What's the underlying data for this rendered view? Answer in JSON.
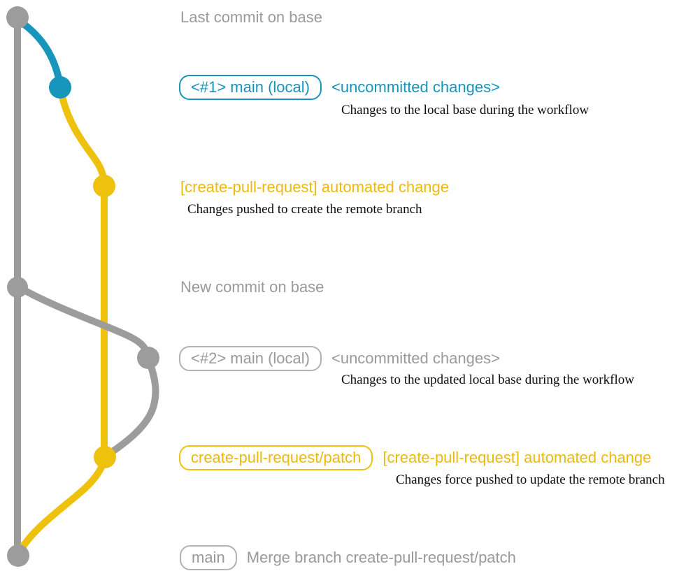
{
  "colors": {
    "gray": "#9c9c9c",
    "gray_text": "#9a9a9a",
    "gray_border": "#b2b2b2",
    "blue": "#1795bb",
    "yellow": "#eec10d",
    "yellow_text": "#eeb90d",
    "black": "#0d0d0d"
  },
  "rows": {
    "last_commit": {
      "label": "Last commit on base"
    },
    "commit_local_1": {
      "branch_tag": "<#1> main (local)",
      "title": "<uncommitted changes>",
      "description": "Changes to the local base during the workflow"
    },
    "commit_push_1": {
      "title": "[create-pull-request] automated change",
      "description": "Changes pushed to create the remote branch"
    },
    "new_commit": {
      "label": "New commit on base"
    },
    "commit_local_2": {
      "branch_tag": "<#2> main (local)",
      "title": "<uncommitted changes>",
      "description": "Changes to the updated local base during the workflow"
    },
    "commit_push_2": {
      "branch_tag": "create-pull-request/patch",
      "title": "[create-pull-request] automated change",
      "description": "Changes force pushed to update the remote branch"
    },
    "merge_commit": {
      "branch_tag": "main",
      "label": "Merge branch create-pull-request/patch"
    }
  }
}
